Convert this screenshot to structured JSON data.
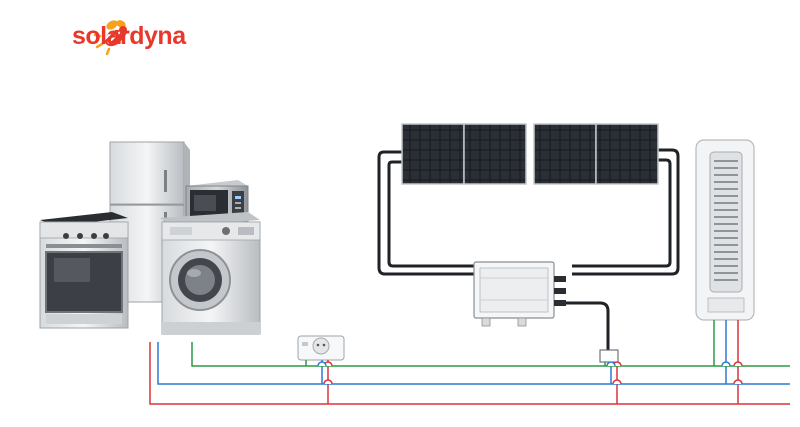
{
  "brand": {
    "name": "solardyna",
    "logo_icon": "bee-sun-icon",
    "color": "#e8382b",
    "accent": "#f7a21b"
  },
  "wiring_colors": {
    "line": "#d9343a",
    "neutral": "#2f79d4",
    "earth": "#2e9a42"
  },
  "components": [
    "home-appliances",
    "solar-panels",
    "micro-inverter",
    "wall-socket",
    "consumer-unit"
  ]
}
